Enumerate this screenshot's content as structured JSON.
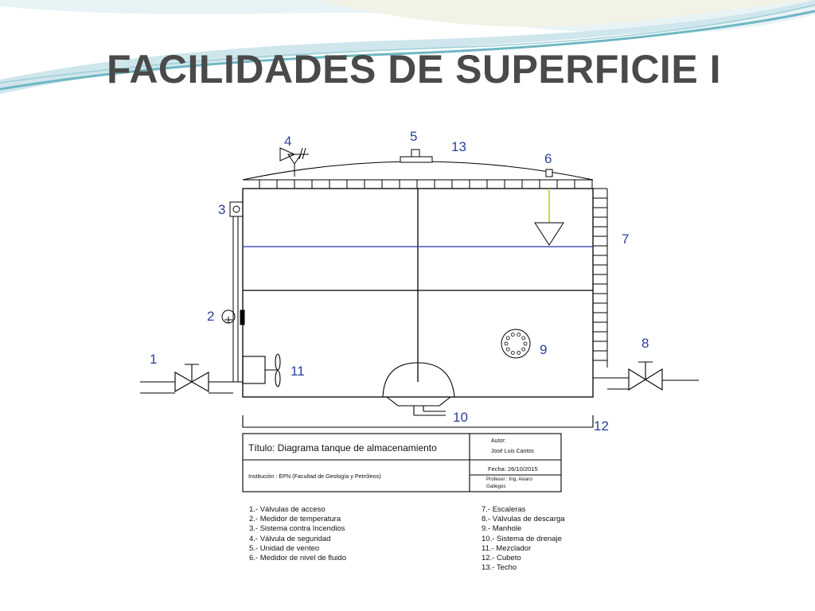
{
  "slide": {
    "title": "FACILIDADES DE SUPERFICIE I"
  },
  "colors": {
    "title": "#4a4a4a",
    "callout_numbers": "#2b3f9c",
    "fluid_level": "#2233aa",
    "level_probe": "#b8cc00",
    "wave_teal": "#6fb7c3",
    "wave_light": "#cfe6ec"
  },
  "callouts": {
    "n1": "1",
    "n2": "2",
    "n3": "3",
    "n4": "4",
    "n5": "5",
    "n6": "6",
    "n7": "7",
    "n8": "8",
    "n9": "9",
    "n10": "10",
    "n11": "11",
    "n12": "12",
    "n13": "13"
  },
  "title_block": {
    "title": "Título: Diagrama tanque de almacenamiento",
    "author_label": "Autor:",
    "author": "José Luis Cantos",
    "date": "Fecha: 26/10/2015",
    "institution": "Institución : EPN (Facultad de Geología y Petróleos)",
    "professor_label": "Profesor : Ing. Alvaro",
    "professor_name": "Gallegos"
  },
  "legend": {
    "left": [
      "1.-    Válvulas de acceso",
      "2.-    Medidor de temperatura",
      "3.-  Sistema contra Incendios",
      "4.-    Válvula de seguridad",
      "5.-    Unidad de venteo",
      "6.-    Medidor de nivel de fluido"
    ],
    "right": [
      "7.-    Escaleras",
      "8.-    Válvulas de descarga",
      "9.-    Manhole",
      "10.-  Sistema de drenaje",
      "11.- Mezclador",
      "12.- Cubeto",
      "13.- Techo"
    ]
  },
  "icons": {
    "valve": "valve-icon",
    "thermometer": "thermometer-icon",
    "manhole": "manhole-icon",
    "mixer": "mixer-icon",
    "level_probe": "level-probe-icon"
  }
}
